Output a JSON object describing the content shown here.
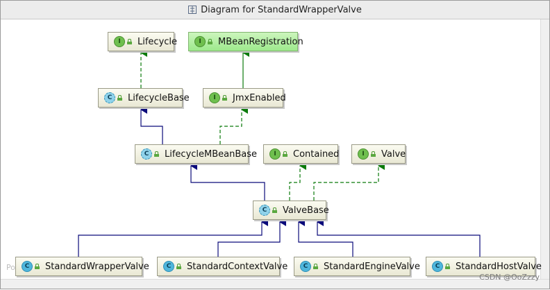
{
  "window": {
    "title": "Diagram for StandardWrapperValve"
  },
  "nodes": {
    "lifecycle": {
      "label": "Lifecycle",
      "kind": "I"
    },
    "mbean": {
      "label": "MBeanRegistration",
      "kind": "I"
    },
    "lifecyclebase": {
      "label": "LifecycleBase",
      "kind": "C"
    },
    "jmxenabled": {
      "label": "JmxEnabled",
      "kind": "I"
    },
    "lifecyclembeanbase": {
      "label": "LifecycleMBeanBase",
      "kind": "C"
    },
    "contained": {
      "label": "Contained",
      "kind": "I"
    },
    "valve": {
      "label": "Valve",
      "kind": "I"
    },
    "valvebase": {
      "label": "ValveBase",
      "kind": "C"
    },
    "standardwrappervalve": {
      "label": "StandardWrapperValve",
      "kind": "C"
    },
    "standardcontextvalve": {
      "label": "StandardContextValve",
      "kind": "C"
    },
    "standardenginevalve": {
      "label": "StandardEngineValve",
      "kind": "C"
    },
    "standardhostvalve": {
      "label": "StandardHostValve",
      "kind": "C"
    }
  },
  "left_edge_text": "Po",
  "watermark": "CSDN @OoZzzy",
  "colors": {
    "extends": "#0a0a7a",
    "implements": "#0b7a0b",
    "highlight": "#a8ec97"
  }
}
